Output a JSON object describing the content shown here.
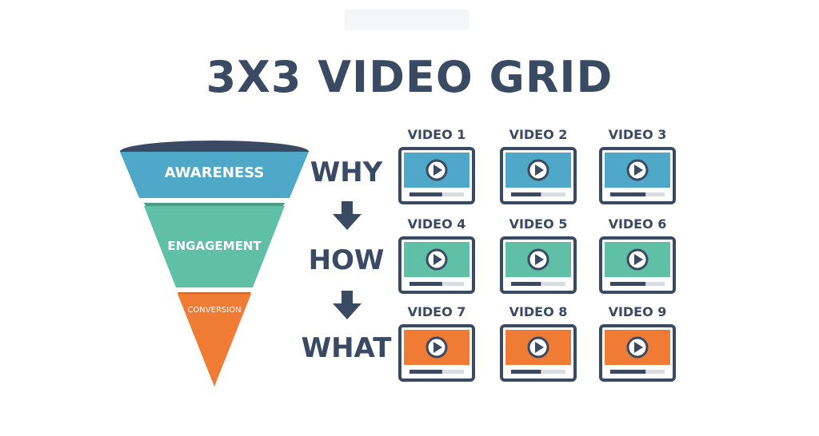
{
  "title": "3X3 VIDEO GRID",
  "funnel": {
    "stages": [
      {
        "label": "AWARENESS",
        "color": "#4fa8c7"
      },
      {
        "label": "ENGAGEMENT",
        "color": "#5fc0a6"
      },
      {
        "label": "CONVERSION",
        "color": "#ef7b35"
      }
    ],
    "rim_color": "#3a4a63"
  },
  "steps": [
    "WHY",
    "HOW",
    "WHAT"
  ],
  "arrow_color": "#3a4a63",
  "frame_color": "#3a4a63",
  "videos": [
    {
      "label": "VIDEO 1",
      "row": 0,
      "progress": 0.6
    },
    {
      "label": "VIDEO 2",
      "row": 0,
      "progress": 0.55
    },
    {
      "label": "VIDEO 3",
      "row": 0,
      "progress": 0.65
    },
    {
      "label": "VIDEO 4",
      "row": 1,
      "progress": 0.6
    },
    {
      "label": "VIDEO 5",
      "row": 1,
      "progress": 0.55
    },
    {
      "label": "VIDEO 6",
      "row": 1,
      "progress": 0.65
    },
    {
      "label": "VIDEO 7",
      "row": 2,
      "progress": 0.6
    },
    {
      "label": "VIDEO 8",
      "row": 2,
      "progress": 0.55
    },
    {
      "label": "VIDEO 9",
      "row": 2,
      "progress": 0.65
    }
  ]
}
